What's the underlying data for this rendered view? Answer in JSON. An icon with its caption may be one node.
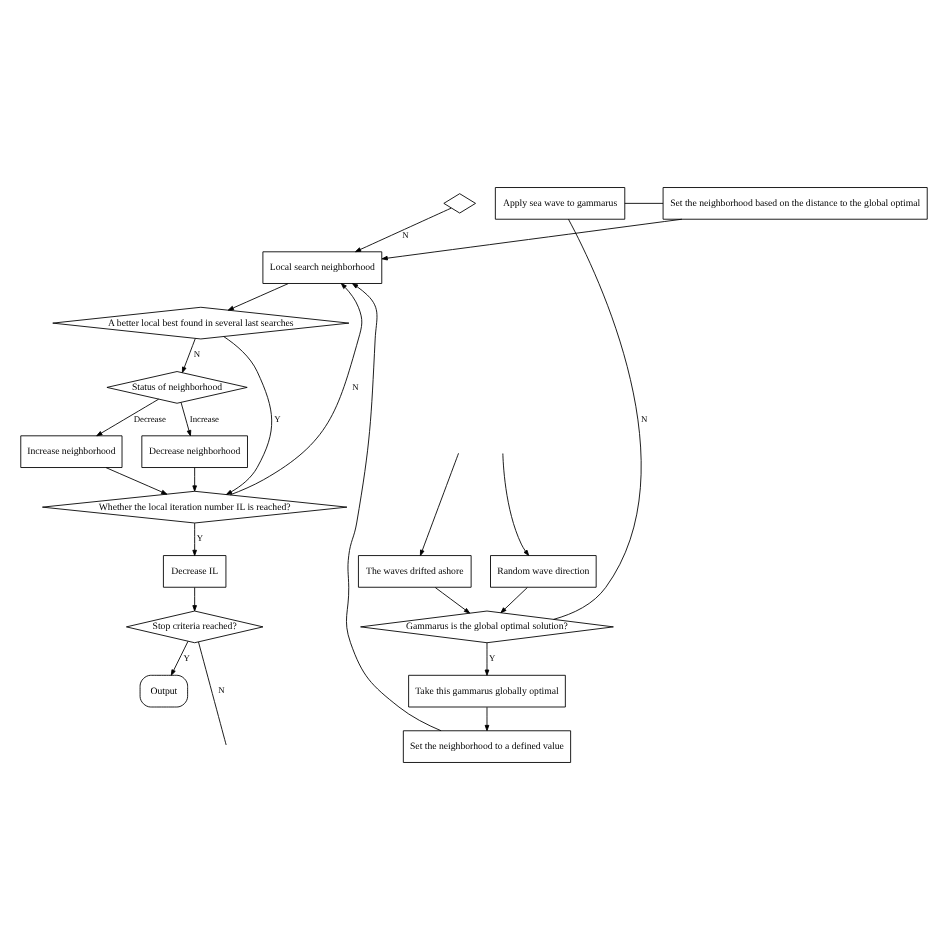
{
  "diagram": {
    "nodes": [
      {
        "text": [],
        "shape": "diamond"
      },
      {
        "text": [
          "Local search neighborhood"
        ]
      },
      {
        "text": [
          "Set the neighborhood based on the distance to the global optimal"
        ]
      },
      {
        "text": [
          "Apply sea wave to gammarus"
        ]
      },
      {
        "text": [
          "A better local best found in several last searches"
        ]
      },
      {
        "text": [
          "Status of neighborhood"
        ]
      },
      {
        "text": [
          "Increase neighborhood"
        ]
      },
      {
        "text": [
          "Decrease neighborhood"
        ]
      },
      {
        "text": [
          "Whether the local iteration number IL is reached?"
        ]
      },
      {
        "text": [
          "Set the neighborhood to a defined value"
        ]
      },
      {
        "text": [
          "Decrease IL"
        ]
      },
      {
        "text": [
          "Take this gammarus globally optimal"
        ]
      },
      {
        "text": [
          "Stop criteria reached?"
        ]
      },
      {
        "text": [
          "Gammarus is the global optimal solution?"
        ]
      },
      {
        "text": [
          "Output"
        ]
      },
      {
        "text": [
          "The waves drifted ashore"
        ]
      },
      {
        "text": [
          "Random wave direction"
        ]
      }
    ],
    "edges": [
      {
        "from": 0,
        "to": 1,
        "arrow": "to",
        "label": "N"
      },
      {
        "from": 1,
        "to": 4,
        "arrow": "to"
      },
      {
        "from": 4,
        "to": 5,
        "arrow": "to",
        "label": "N"
      },
      {
        "from": 4,
        "to": 8,
        "arrow": "to",
        "label": "Y"
      },
      {
        "from": 5,
        "to": 6,
        "arrow": "to",
        "label": "Decrease"
      },
      {
        "from": 5,
        "to": 7,
        "arrow": "to",
        "label": "Increase"
      },
      {
        "from": 6,
        "to": 8,
        "arrow": "to"
      },
      {
        "from": 7,
        "to": 8,
        "arrow": "to"
      },
      {
        "from": 8,
        "to": 1,
        "arrow": "to",
        "label": "N"
      },
      {
        "from": 8,
        "to": 10,
        "arrow": "to",
        "label": "Y"
      },
      {
        "from": 10,
        "to": 12,
        "arrow": "to"
      },
      {
        "from": 12,
        "to": 14,
        "arrow": "to",
        "label": "Y"
      },
      {
        "from": 12,
        "to": null,
        "arrow": "none",
        "label": "N"
      },
      {
        "from": null,
        "to": 15,
        "arrow": "to"
      },
      {
        "from": null,
        "to": 16,
        "arrow": "to"
      },
      {
        "from": 15,
        "to": 13,
        "arrow": "to"
      },
      {
        "from": 16,
        "to": 13,
        "arrow": "to"
      },
      {
        "from": 13,
        "to": 11,
        "arrow": "to",
        "label": "Y"
      },
      {
        "from": 11,
        "to": 9,
        "arrow": "to"
      },
      {
        "from": 9,
        "to": 1,
        "arrow": "to"
      },
      {
        "from": 13,
        "to": 3,
        "arrow": "none",
        "label": "N"
      },
      {
        "from": 3,
        "to": 2,
        "arrow": "none"
      },
      {
        "from": 2,
        "to": 1,
        "arrow": "to"
      }
    ]
  }
}
